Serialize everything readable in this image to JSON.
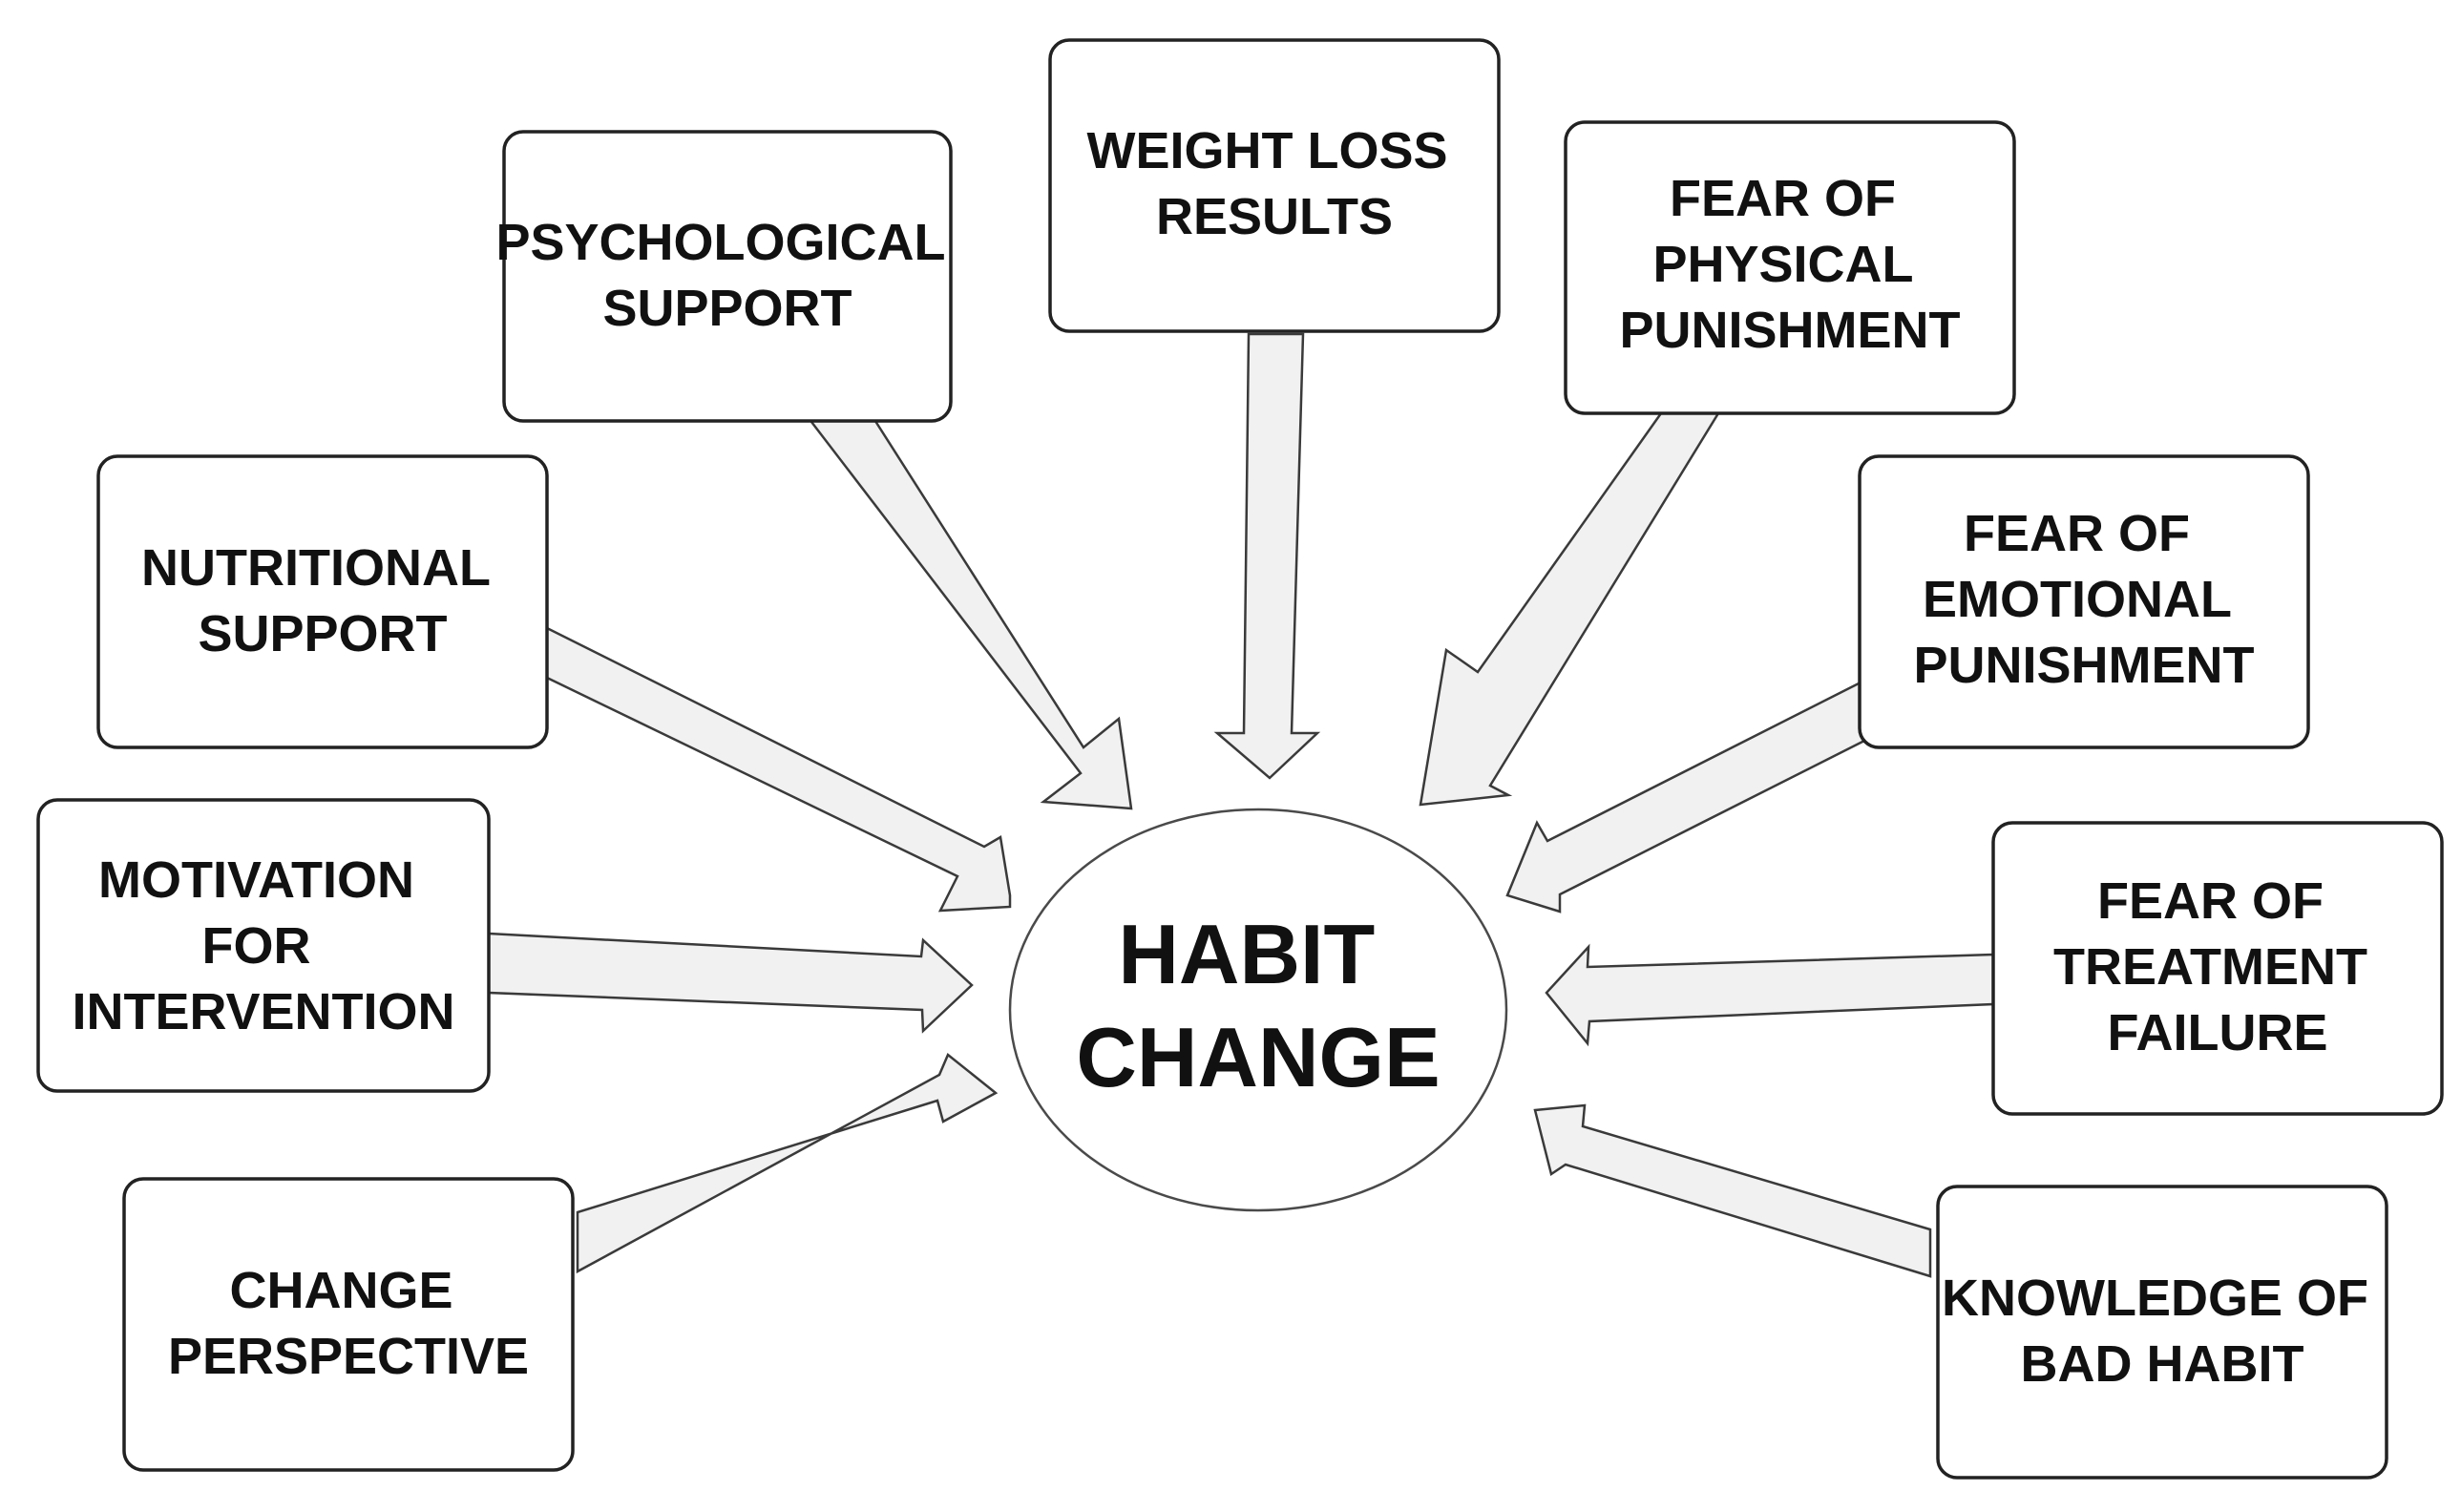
{
  "center": {
    "lines": [
      "HABIT",
      "CHANGE"
    ]
  },
  "factors": {
    "psychological_support": {
      "lines": [
        "PSYCHOLOGICAL",
        "SUPPORT"
      ]
    },
    "weight_loss_results": {
      "lines": [
        "WEIGHT LOSS",
        "RESULTS"
      ]
    },
    "fear_of_physical_punishment": {
      "lines": [
        "FEAR OF",
        "PHYSICAL",
        "PUNISHMENT"
      ]
    },
    "nutritional_support": {
      "lines": [
        "NUTRITIONAL",
        "SUPPORT"
      ]
    },
    "fear_of_emotional_punishment": {
      "lines": [
        "FEAR OF",
        "EMOTIONAL",
        "PUNISHMENT"
      ]
    },
    "motivation_for_intervention": {
      "lines": [
        "MOTIVATION",
        "FOR",
        "INTERVENTION"
      ]
    },
    "fear_of_treatment_failure": {
      "lines": [
        "FEAR OF",
        "TREATMENT",
        "FAILURE"
      ]
    },
    "change_perspective": {
      "lines": [
        "CHANGE",
        "PERSPECTIVE"
      ]
    },
    "knowledge_of_bad_habit": {
      "lines": [
        "KNOWLEDGE OF",
        "BAD HABIT"
      ]
    }
  }
}
